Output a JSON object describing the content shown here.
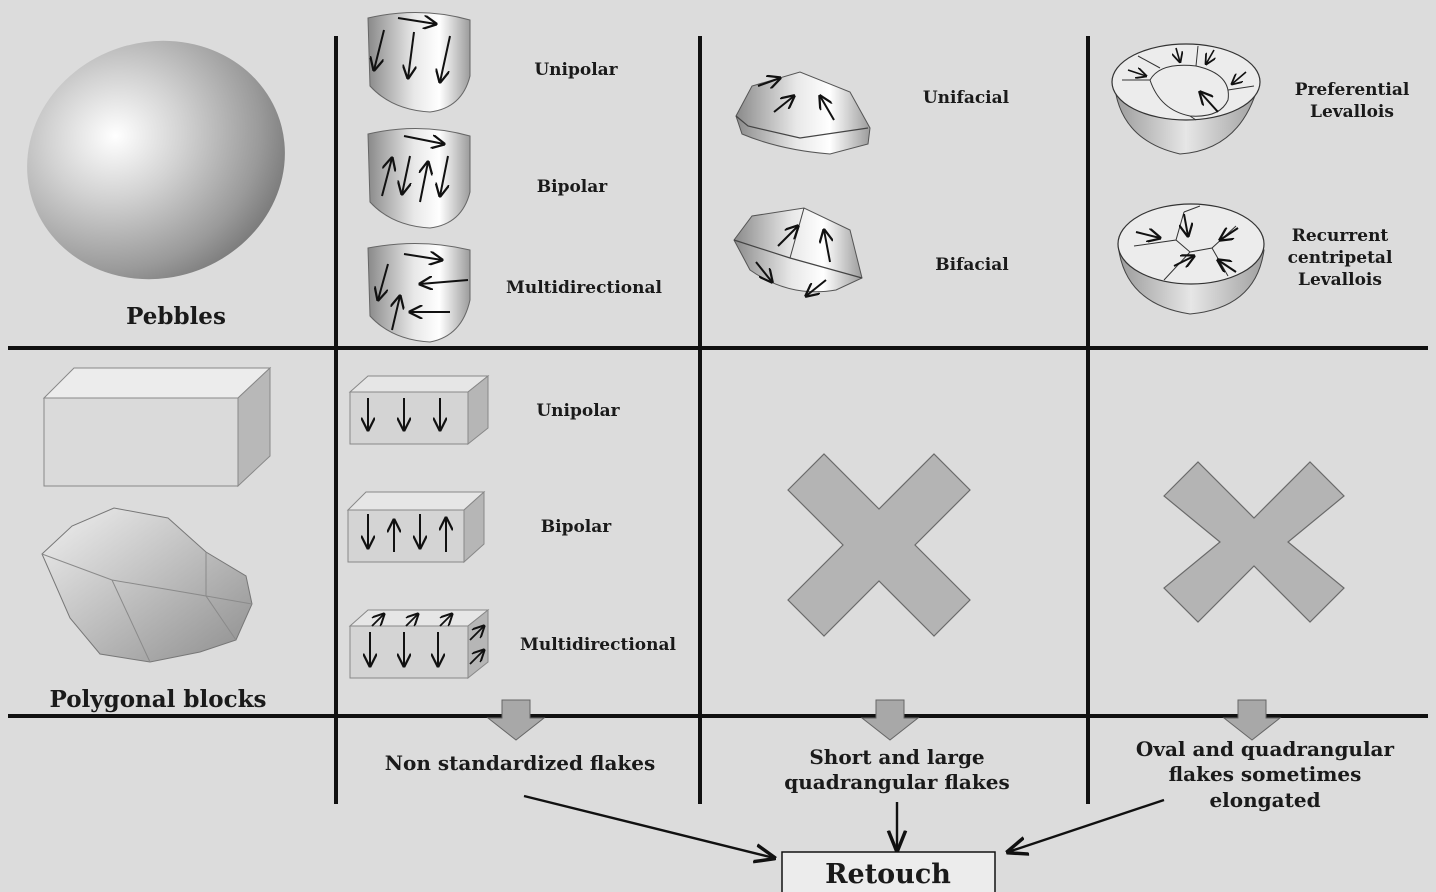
{
  "colors": {
    "background": "#dcdcdc",
    "lines": "#111111",
    "cross": "#b4b4b4",
    "down_arrow": "#a8a8a8"
  },
  "row1": {
    "raw_material": "Pebbles",
    "col2": [
      "Unipolar",
      "Bipolar",
      "Multidirectional"
    ],
    "col3": [
      "Unifacial",
      "Bifacial"
    ],
    "col4a": [
      "Preferential",
      "Levallois"
    ],
    "col4b": [
      "Recurrent",
      "centripetal",
      "Levallois"
    ]
  },
  "row2": {
    "raw_material": "Polygonal blocks",
    "col2": [
      "Unipolar",
      "Bipolar",
      "Multidirectional"
    ],
    "col3_icon": "cross-icon",
    "col4_icon": "cross-icon"
  },
  "row3": {
    "col2": [
      "Non standardized flakes"
    ],
    "col3": [
      "Short and large",
      "quadrangular flakes"
    ],
    "col4": [
      "Oval and quadrangular",
      "flakes sometimes",
      "elongated"
    ]
  },
  "final": "Retouch"
}
